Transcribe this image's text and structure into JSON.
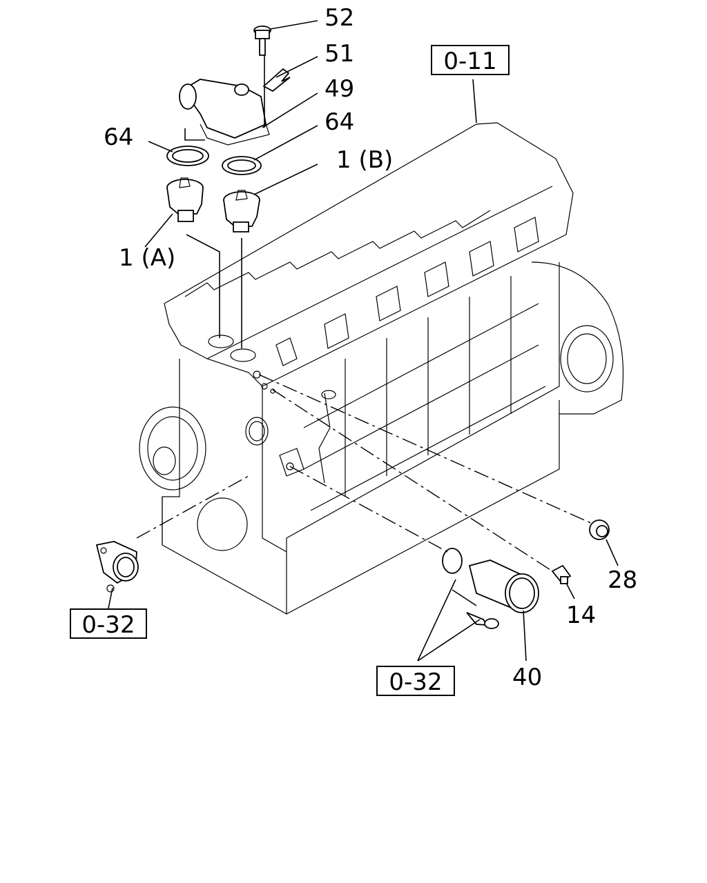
{
  "diagram": {
    "callouts": {
      "p52": "52",
      "p51": "51",
      "p49": "49",
      "p64_right": "64",
      "p64_left": "64",
      "p1b": "1 (B)",
      "p1a": "1 (A)",
      "p28": "28",
      "p14": "14",
      "p40": "40"
    },
    "references": {
      "ref_top": "0-11",
      "ref_left": "0-32",
      "ref_bottom": "0-32"
    }
  }
}
